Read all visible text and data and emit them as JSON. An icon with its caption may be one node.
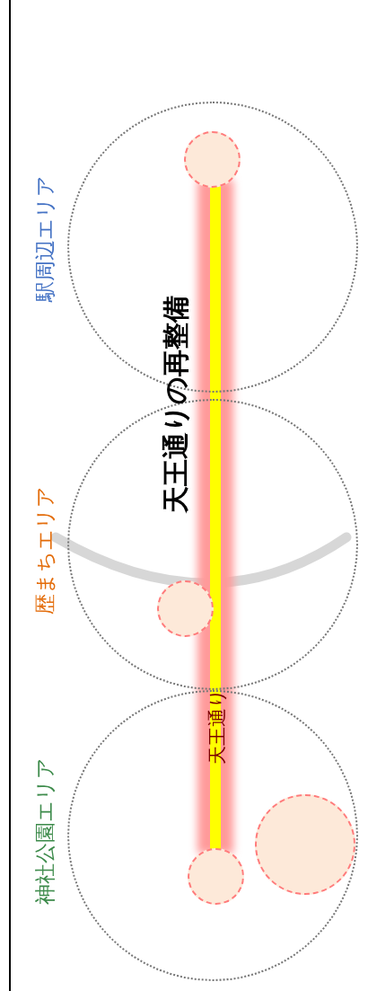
{
  "diagram": {
    "title": "天王通りの再整備",
    "nodes": [
      {
        "text": [
          "駅周辺エリア"
        ]
      },
      {
        "text": [],
        "shape": "circle",
        "in": 0
      },
      {
        "text": [
          "歴まちエリア"
        ]
      },
      {
        "text": [],
        "shape": "circle",
        "in": 2
      },
      {
        "text": [
          "神社公園エリア"
        ]
      },
      {
        "text": [],
        "shape": "circle",
        "in": 4
      },
      {
        "text": [],
        "shape": "circle",
        "in": 4
      }
    ],
    "edges": [],
    "labels": [
      "天王通り"
    ]
  }
}
